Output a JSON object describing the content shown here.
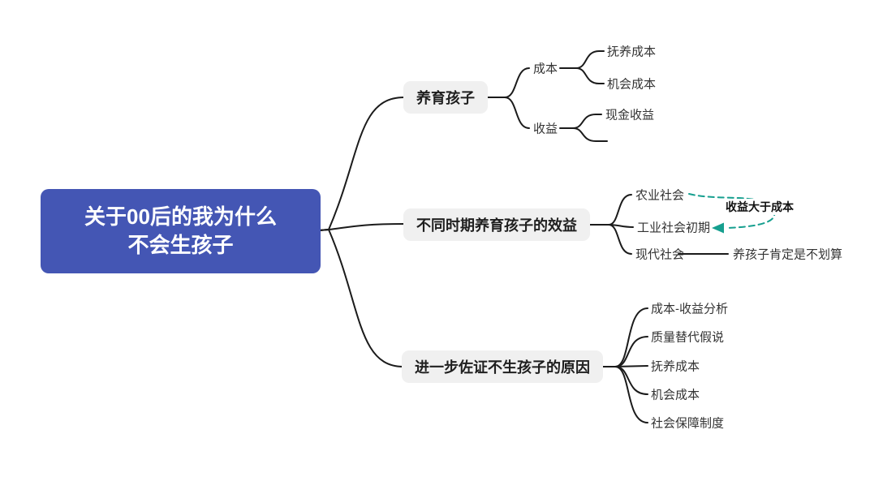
{
  "colors": {
    "root_bg": "#4456b4",
    "root_text": "#ffffff",
    "branch_bg": "#f0f0f0",
    "line": "#1b1b1b",
    "arrow": "#169f8f"
  },
  "root": {
    "label": "关于00后的我为什么不会生孩子"
  },
  "branches": [
    {
      "label": "养育孩子",
      "children": [
        {
          "label": "成本",
          "children": [
            {
              "label": "抚养成本"
            },
            {
              "label": "机会成本"
            }
          ]
        },
        {
          "label": "收益",
          "children": [
            {
              "label": "现金收益"
            },
            {
              "label": ""
            }
          ]
        }
      ]
    },
    {
      "label": "不同时期养育孩子的效益",
      "children": [
        {
          "label": "农业社会"
        },
        {
          "label": "工业社会初期"
        },
        {
          "label": "现代社会",
          "children": [
            {
              "label": "养孩子肯定是不划算"
            }
          ]
        }
      ],
      "relationship": {
        "label": "收益大于成本",
        "from": "农业社会",
        "to": "工业社会初期",
        "style": "dashed-arrow"
      }
    },
    {
      "label": "进一步佐证不生孩子的原因",
      "children": [
        {
          "label": "成本-收益分析"
        },
        {
          "label": "质量替代假说"
        },
        {
          "label": "抚养成本"
        },
        {
          "label": "机会成本"
        },
        {
          "label": "社会保障制度"
        }
      ]
    }
  ]
}
